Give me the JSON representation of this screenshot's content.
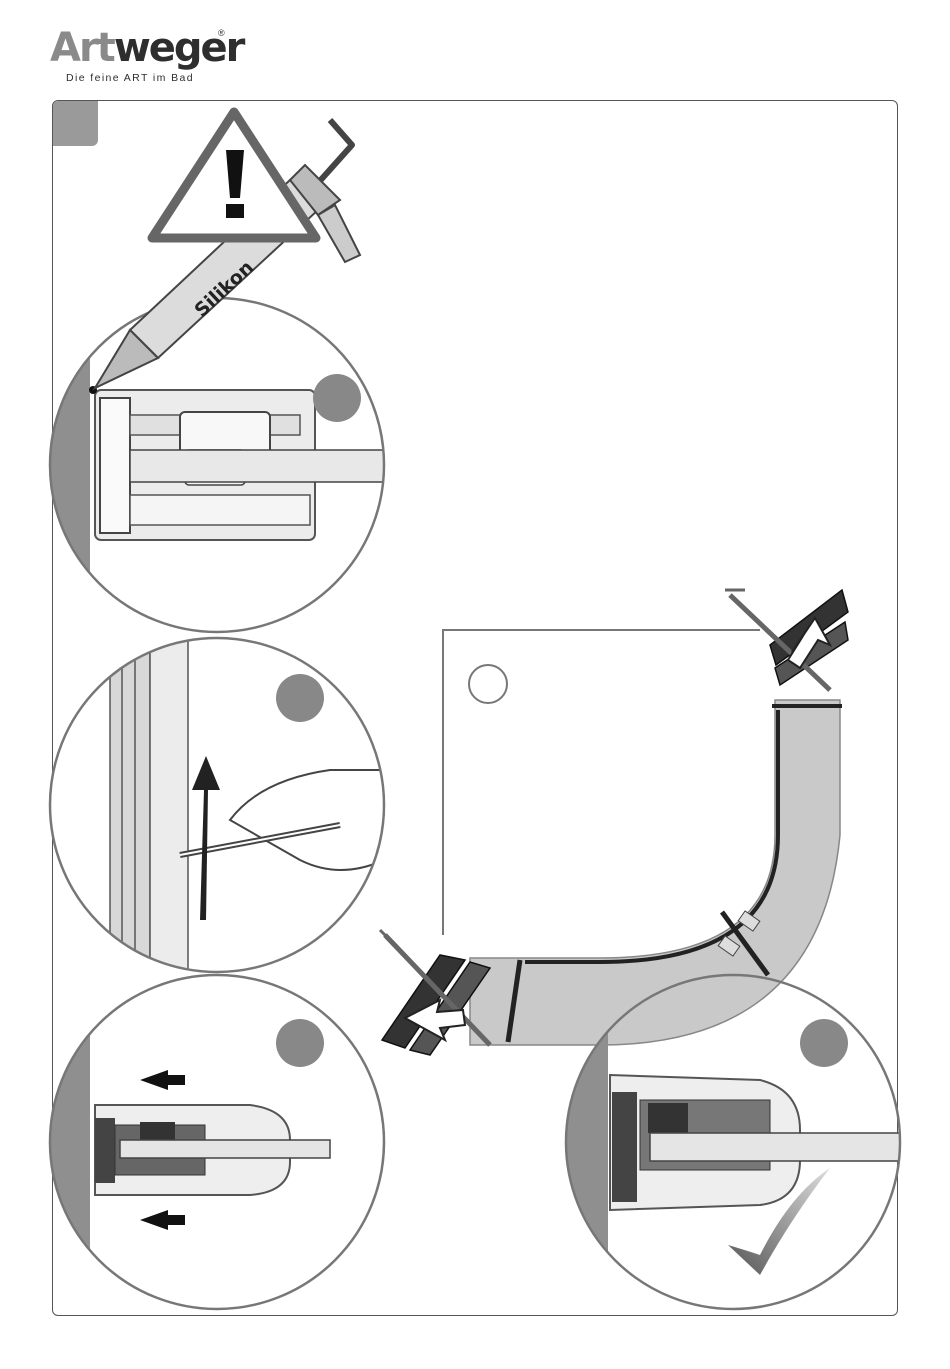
{
  "brand": {
    "name_part1": "Art",
    "name_part2": "weger",
    "registered": "®",
    "tagline": "Die feine ART im Bad"
  },
  "labels": {
    "silicone": "Silikon"
  },
  "colors": {
    "frame": "#555555",
    "step_marker": "#888888",
    "glass": "#c9c9c9",
    "profile_dark": "#2a2a2a"
  },
  "icons": [
    "warning-triangle-icon",
    "caulking-gun-icon",
    "checkmark-icon",
    "arrow-left-icon",
    "arrow-up-icon"
  ]
}
